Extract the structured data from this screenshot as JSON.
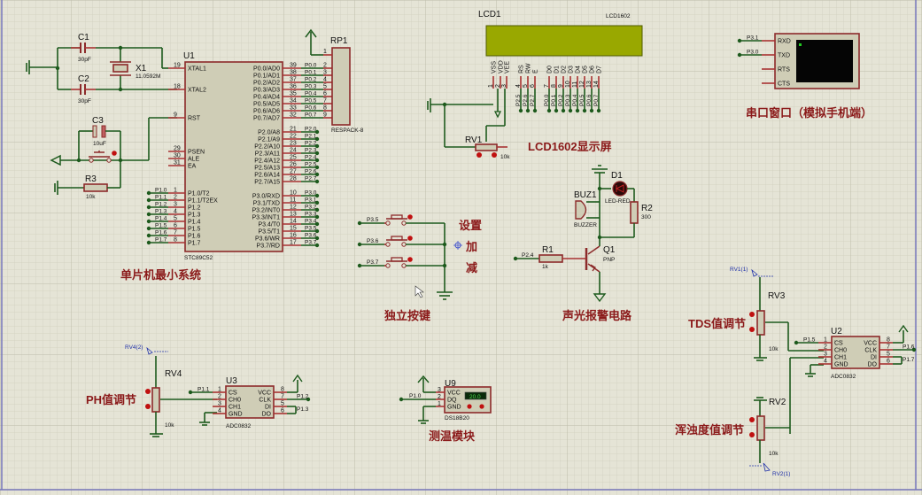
{
  "sections": {
    "mcu_title": "单片机最小系统",
    "lcd_title": "LCD1602显示屏",
    "uart_title": "串口窗口（模拟手机端）",
    "keys_title": "独立按键",
    "alarm_title": "声光报警电路",
    "tds_title": "TDS值调节",
    "turbidity_title": "浑浊度值调节",
    "ph_title": "PH值调节",
    "temp_title": "测温模块"
  },
  "key_labels": {
    "set": "设置",
    "add": "加",
    "sub": "减"
  },
  "components": {
    "C1": {
      "ref": "C1",
      "value": "30pF"
    },
    "C2": {
      "ref": "C2",
      "value": "30pF"
    },
    "C3": {
      "ref": "C3",
      "value": "10uF"
    },
    "X1": {
      "ref": "X1",
      "value": "11.0592M"
    },
    "R3": {
      "ref": "R3",
      "value": "10k"
    },
    "U1": {
      "ref": "U1",
      "part": "STC89C52"
    },
    "RP1": {
      "ref": "RP1",
      "part": "RESPACK-8"
    },
    "LCD1": {
      "ref": "LCD1",
      "part": "LCD1602"
    },
    "RV1": {
      "ref": "RV1",
      "value": "10k"
    },
    "D1": {
      "ref": "D1",
      "part": "LED-RED"
    },
    "BUZ1": {
      "ref": "BUZ1",
      "part": "BUZZER"
    },
    "R2": {
      "ref": "R2",
      "value": "300"
    },
    "R1": {
      "ref": "R1",
      "value": "1k"
    },
    "Q1": {
      "ref": "Q1",
      "part": "PNP"
    },
    "RV3": {
      "ref": "RV3",
      "value": "10k"
    },
    "RV2": {
      "ref": "RV2",
      "value": "10k"
    },
    "RV4": {
      "ref": "RV4",
      "value": "10k"
    },
    "U2": {
      "ref": "U2",
      "part": "ADC0832"
    },
    "U3": {
      "ref": "U3",
      "part": "ADC0832"
    },
    "U9": {
      "ref": "U9",
      "part": "DS18B20",
      "reading": "20.0"
    }
  },
  "u1_left_pins": [
    {
      "num": "19",
      "name": "XTAL1"
    },
    {
      "num": "18",
      "name": "XTAL2"
    },
    {
      "num": "9",
      "name": "RST"
    },
    {
      "num": "29",
      "name": "PSEN"
    },
    {
      "num": "30",
      "name": "ALE"
    },
    {
      "num": "31",
      "name": "EA"
    },
    {
      "num": "1",
      "name": "P1.0/T2",
      "net": "P1.0"
    },
    {
      "num": "2",
      "name": "P1.1/T2EX",
      "net": "P1.1"
    },
    {
      "num": "3",
      "name": "P1.2",
      "net": "P1.2"
    },
    {
      "num": "4",
      "name": "P1.3",
      "net": "P1.3"
    },
    {
      "num": "5",
      "name": "P1.4",
      "net": "P1.4"
    },
    {
      "num": "6",
      "name": "P1.5",
      "net": "P1.5"
    },
    {
      "num": "7",
      "name": "P1.6",
      "net": "P1.6"
    },
    {
      "num": "8",
      "name": "P1.7",
      "net": "P1.7"
    }
  ],
  "u1_right_pins": [
    {
      "num": "39",
      "name": "P0.0/AD0",
      "net": "P0.0",
      "rp": "2"
    },
    {
      "num": "38",
      "name": "P0.1/AD1",
      "net": "P0.1",
      "rp": "3"
    },
    {
      "num": "37",
      "name": "P0.2/AD2",
      "net": "P0.2",
      "rp": "4"
    },
    {
      "num": "36",
      "name": "P0.3/AD3",
      "net": "P0.3",
      "rp": "5"
    },
    {
      "num": "35",
      "name": "P0.4/AD4",
      "net": "P0.4",
      "rp": "6"
    },
    {
      "num": "34",
      "name": "P0.5/AD5",
      "net": "P0.5",
      "rp": "7"
    },
    {
      "num": "33",
      "name": "P0.6/AD6",
      "net": "P0.6",
      "rp": "8"
    },
    {
      "num": "32",
      "name": "P0.7/AD7",
      "net": "P0.7",
      "rp": "9"
    },
    {
      "num": "21",
      "name": "P2.0/A8",
      "net": "P2.0"
    },
    {
      "num": "22",
      "name": "P2.1/A9",
      "net": "P2.1"
    },
    {
      "num": "23",
      "name": "P2.2/A10",
      "net": "P2.2"
    },
    {
      "num": "24",
      "name": "P2.3/A11",
      "net": "P2.3"
    },
    {
      "num": "25",
      "name": "P2.4/A12",
      "net": "P2.4"
    },
    {
      "num": "26",
      "name": "P2.5/A13",
      "net": "P2.5"
    },
    {
      "num": "27",
      "name": "P2.6/A14",
      "net": "P2.6"
    },
    {
      "num": "28",
      "name": "P2.7/A15",
      "net": "P2.7"
    },
    {
      "num": "10",
      "name": "P3.0/RXD",
      "net": "P3.0"
    },
    {
      "num": "11",
      "name": "P3.1/TXD",
      "net": "P3.1"
    },
    {
      "num": "12",
      "name": "P3.2/INT0",
      "net": "P3.2"
    },
    {
      "num": "13",
      "name": "P3.3/INT1",
      "net": "P3.3"
    },
    {
      "num": "14",
      "name": "P3.4/T0",
      "net": "P3.4"
    },
    {
      "num": "15",
      "name": "P3.5/T1",
      "net": "P3.5"
    },
    {
      "num": "16",
      "name": "P3.6/WR",
      "net": "P3.6"
    },
    {
      "num": "17",
      "name": "P3.7/RD",
      "net": "P3.7"
    }
  ],
  "rp1_pin1": "1",
  "lcd_pins": [
    {
      "name": "VSS",
      "num": "1"
    },
    {
      "name": "VDD",
      "num": "2"
    },
    {
      "name": "VEE",
      "num": "3"
    },
    {
      "name": "RS",
      "num": "4",
      "net": "P2.5"
    },
    {
      "name": "RW",
      "num": "5",
      "net": "P2.6"
    },
    {
      "name": "E",
      "num": "6",
      "net": "P2.7"
    },
    {
      "name": "D0",
      "num": "7",
      "net": "P0.0"
    },
    {
      "name": "D1",
      "num": "8",
      "net": "P0.1"
    },
    {
      "name": "D2",
      "num": "9",
      "net": "P0.2"
    },
    {
      "name": "D3",
      "num": "10",
      "net": "P0.3"
    },
    {
      "name": "D4",
      "num": "11",
      "net": "P0.4"
    },
    {
      "name": "D5",
      "num": "12",
      "net": "P0.5"
    },
    {
      "name": "D6",
      "num": "13",
      "net": "P0.6"
    },
    {
      "name": "D7",
      "num": "14",
      "net": "P0.7"
    }
  ],
  "uart": {
    "pins": [
      {
        "name": "RXD",
        "net": "P3.1"
      },
      {
        "name": "TXD",
        "net": "P3.0"
      },
      {
        "name": "RTS",
        "net": ""
      },
      {
        "name": "CTS",
        "net": ""
      }
    ]
  },
  "keys": [
    {
      "net": "P3.5"
    },
    {
      "net": "P3.6"
    },
    {
      "net": "P3.7"
    }
  ],
  "alarm": {
    "r1_net": "P2.4"
  },
  "adc_u2": {
    "left": [
      {
        "num": "1",
        "name": "CS",
        "net": "P1.5"
      },
      {
        "num": "2",
        "name": "CH0"
      },
      {
        "num": "3",
        "name": "CH1"
      },
      {
        "num": "4",
        "name": "GND"
      }
    ],
    "right": [
      {
        "num": "8",
        "name": "VCC"
      },
      {
        "num": "7",
        "name": "CLK",
        "net": "P1.6"
      },
      {
        "num": "5",
        "name": "DI"
      },
      {
        "num": "6",
        "name": "DO",
        "net": "P1.7"
      }
    ]
  },
  "adc_u3": {
    "left": [
      {
        "num": "1",
        "name": "CS",
        "net": "P1.1"
      },
      {
        "num": "2",
        "name": "CH0"
      },
      {
        "num": "3",
        "name": "CH1"
      },
      {
        "num": "4",
        "name": "GND"
      }
    ],
    "right": [
      {
        "num": "8",
        "name": "VCC"
      },
      {
        "num": "7",
        "name": "CLK",
        "net": "P1.2"
      },
      {
        "num": "5",
        "name": "DI"
      },
      {
        "num": "6",
        "name": "DO",
        "net": "P1.3"
      }
    ]
  },
  "ds18b20": {
    "pins": [
      {
        "num": "3",
        "name": "VCC"
      },
      {
        "num": "2",
        "name": "DQ",
        "net": "P1.0"
      },
      {
        "num": "1",
        "name": "GND"
      }
    ]
  },
  "probes": {
    "rv3": "RV1(1)",
    "rv2": "RV2(1)",
    "rv4": "RV4(2)"
  },
  "colors": {
    "background": "#e5e4d6",
    "wire": "#1d5a1d",
    "pin": "#a83232",
    "component_body": "#cfcdb6",
    "title_text": "#8b1a1a",
    "lcd_screen": "#99a800",
    "probe": "#2233aa"
  }
}
